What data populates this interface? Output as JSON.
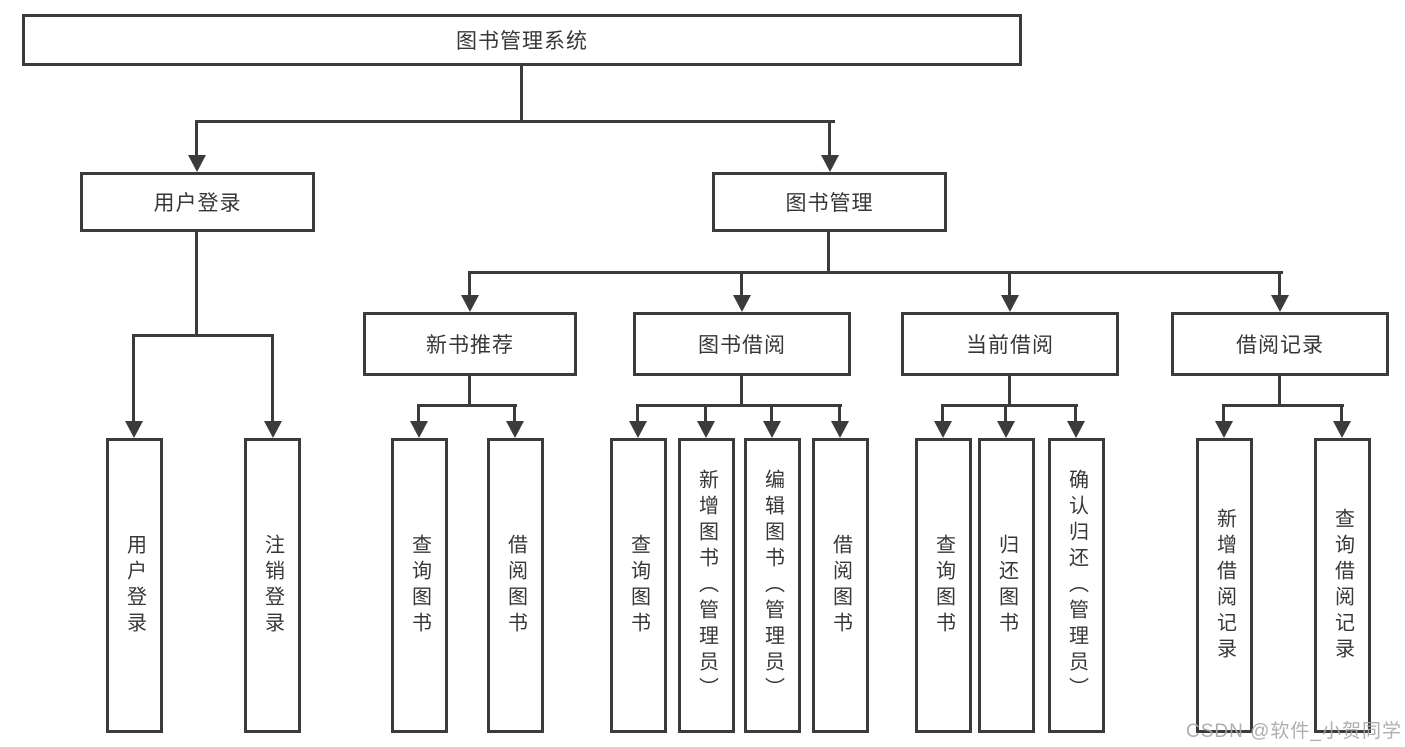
{
  "diagram": {
    "root": {
      "label": "图书管理系统"
    },
    "branches": {
      "user": {
        "label": "用户登录",
        "children": {
          "login": "用户登录",
          "logout": "注销登录"
        }
      },
      "book": {
        "label": "图书管理",
        "sections": {
          "recommend": {
            "label": "新书推荐",
            "children": {
              "query": "查询图书",
              "borrow": "借阅图书"
            }
          },
          "borrow": {
            "label": "图书借阅",
            "children": {
              "query": "查询图书",
              "add": "新增图书（管理员）",
              "edit": "编辑图书（管理员）",
              "borrow": "借阅图书"
            }
          },
          "current": {
            "label": "当前借阅",
            "children": {
              "query": "查询图书",
              "return": "归还图书",
              "confirm": "确认归还（管理员）"
            }
          },
          "record": {
            "label": "借阅记录",
            "children": {
              "add": "新增借阅记录",
              "query": "查询借阅记录"
            }
          }
        }
      }
    },
    "line_color": "#3b3b3b",
    "background_color": "#ffffff"
  },
  "watermark": {
    "text": "CSDN @软件_小贺同学"
  }
}
